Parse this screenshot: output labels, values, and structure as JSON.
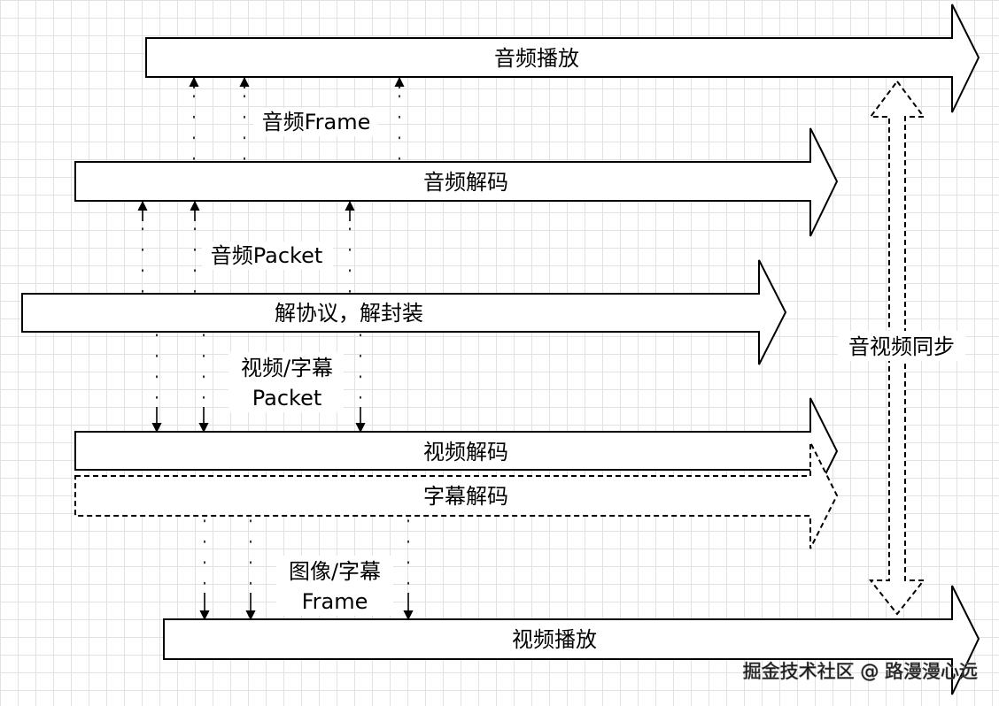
{
  "stages": {
    "audio_play": "音频播放",
    "audio_decode": "音频解码",
    "demux": "解协议，解封装",
    "video_decode": "视频解码",
    "subtitle_decode": "字幕解码",
    "video_play": "视频播放"
  },
  "labels": {
    "audio_frame": "音频Frame",
    "audio_packet": "音频Packet",
    "video_subtitle_packet_line1": "视频/字幕",
    "video_subtitle_packet_line2": "Packet",
    "image_subtitle_frame_line1": "图像/字幕",
    "image_subtitle_frame_line2": "Frame",
    "av_sync": "音视频同步"
  },
  "watermark": "掘金技术社区 @ 路漫漫心远"
}
